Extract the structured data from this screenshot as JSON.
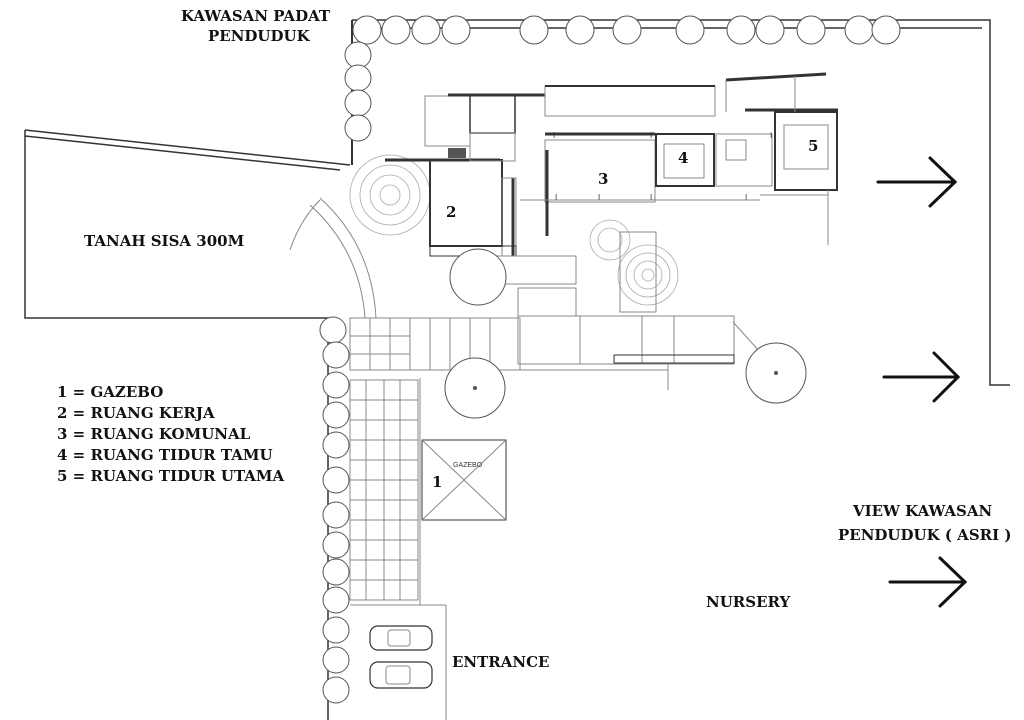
{
  "labels": {
    "top_area_line1": "KAWASAN PADAT",
    "top_area_line2": "PENDUDUK",
    "left_land": "TANAH SISA 300M",
    "view_line1": "VIEW KAWASAN",
    "view_line2": "PENDUDUK ( ASRI )",
    "nursery": "NURSERY",
    "entrance": "ENTRANCE",
    "gazebo_small": "GAZEBO"
  },
  "room_numbers": {
    "r1": "1",
    "r2": "2",
    "r3": "3",
    "r4": "4",
    "r5": "5"
  },
  "legend": [
    "1  = GAZEBO",
    "2  = RUANG KERJA",
    "3  = RUANG KOMUNAL",
    "4  = RUANG TIDUR TAMU",
    "5  = RUANG TIDUR UTAMA"
  ],
  "icons": {
    "arrow": "arrow-right-icon",
    "tree": "tree-icon",
    "car": "car-icon"
  },
  "colors": {
    "line": "#333333",
    "background": "#ffffff"
  }
}
